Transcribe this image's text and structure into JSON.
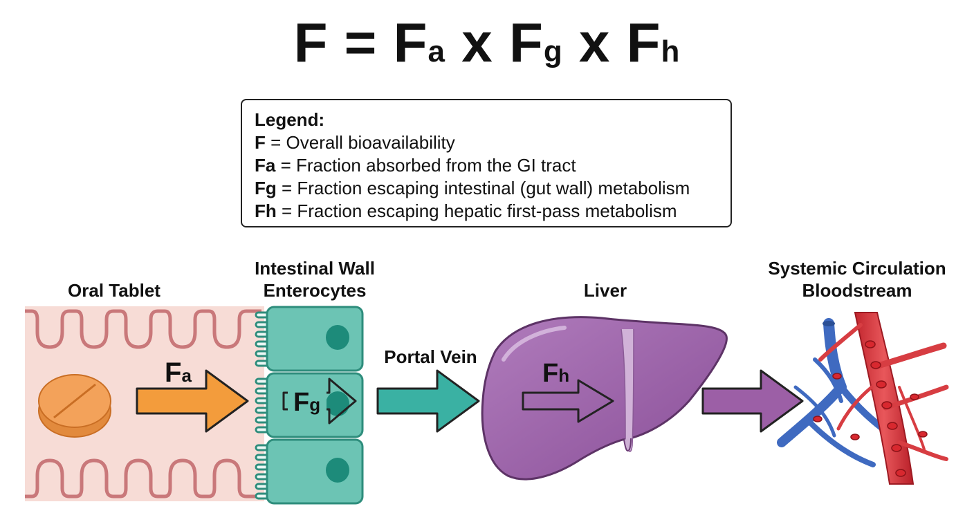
{
  "formula": {
    "F": "F",
    "eq": " = ",
    "Fa_main": "F",
    "Fa_sub": "a",
    "x1": " x ",
    "Fg_main": "F",
    "Fg_sub": "g",
    "x2": " x ",
    "Fh_main": "F",
    "Fh_sub": "h"
  },
  "legend": {
    "title": "Legend:",
    "items": [
      {
        "term": "F",
        "desc": " = Overall bioavailability"
      },
      {
        "term": "Fa",
        "desc": " = Fraction absorbed from the GI tract"
      },
      {
        "term": "Fg",
        "desc": " = Fraction escaping intestinal (gut wall) metabolism"
      },
      {
        "term": "Fh",
        "desc": " = Fraction escaping hepatic first-pass metabolism"
      }
    ]
  },
  "labels": {
    "oral_tablet": "Oral Tablet",
    "intestinal_wall_1": "Intestinal Wall",
    "intestinal_wall_2": "Enterocytes",
    "portal_vein": "Portal Vein",
    "liver": "Liver",
    "systemic_1": "Systemic Circulation",
    "systemic_2": "Bloodstream"
  },
  "arrows": {
    "fa": {
      "main": "F",
      "sub": "a"
    },
    "fg": {
      "main": "F",
      "sub": "g"
    },
    "fh": {
      "main": "F",
      "sub": "h"
    }
  },
  "colors": {
    "lumen_bg": "#f7dcd6",
    "villi_stroke": "#c9787a",
    "cell_fill": "#6cc4b4",
    "cell_stroke": "#2e8d7c",
    "nucleus": "#1d8b7a",
    "tablet": "#f3a25a",
    "tablet_stroke": "#c96e24",
    "fa_arrow": "#f39c3c",
    "portal_arrow": "#3ab1a3",
    "liver": "#9b62a8",
    "liver_stroke": "#5d3366",
    "liver_arrow": "#9c5fa6",
    "vein_blue": "#3f6ac0",
    "artery_red": "#d73d42",
    "rbc": "#d8282f"
  }
}
